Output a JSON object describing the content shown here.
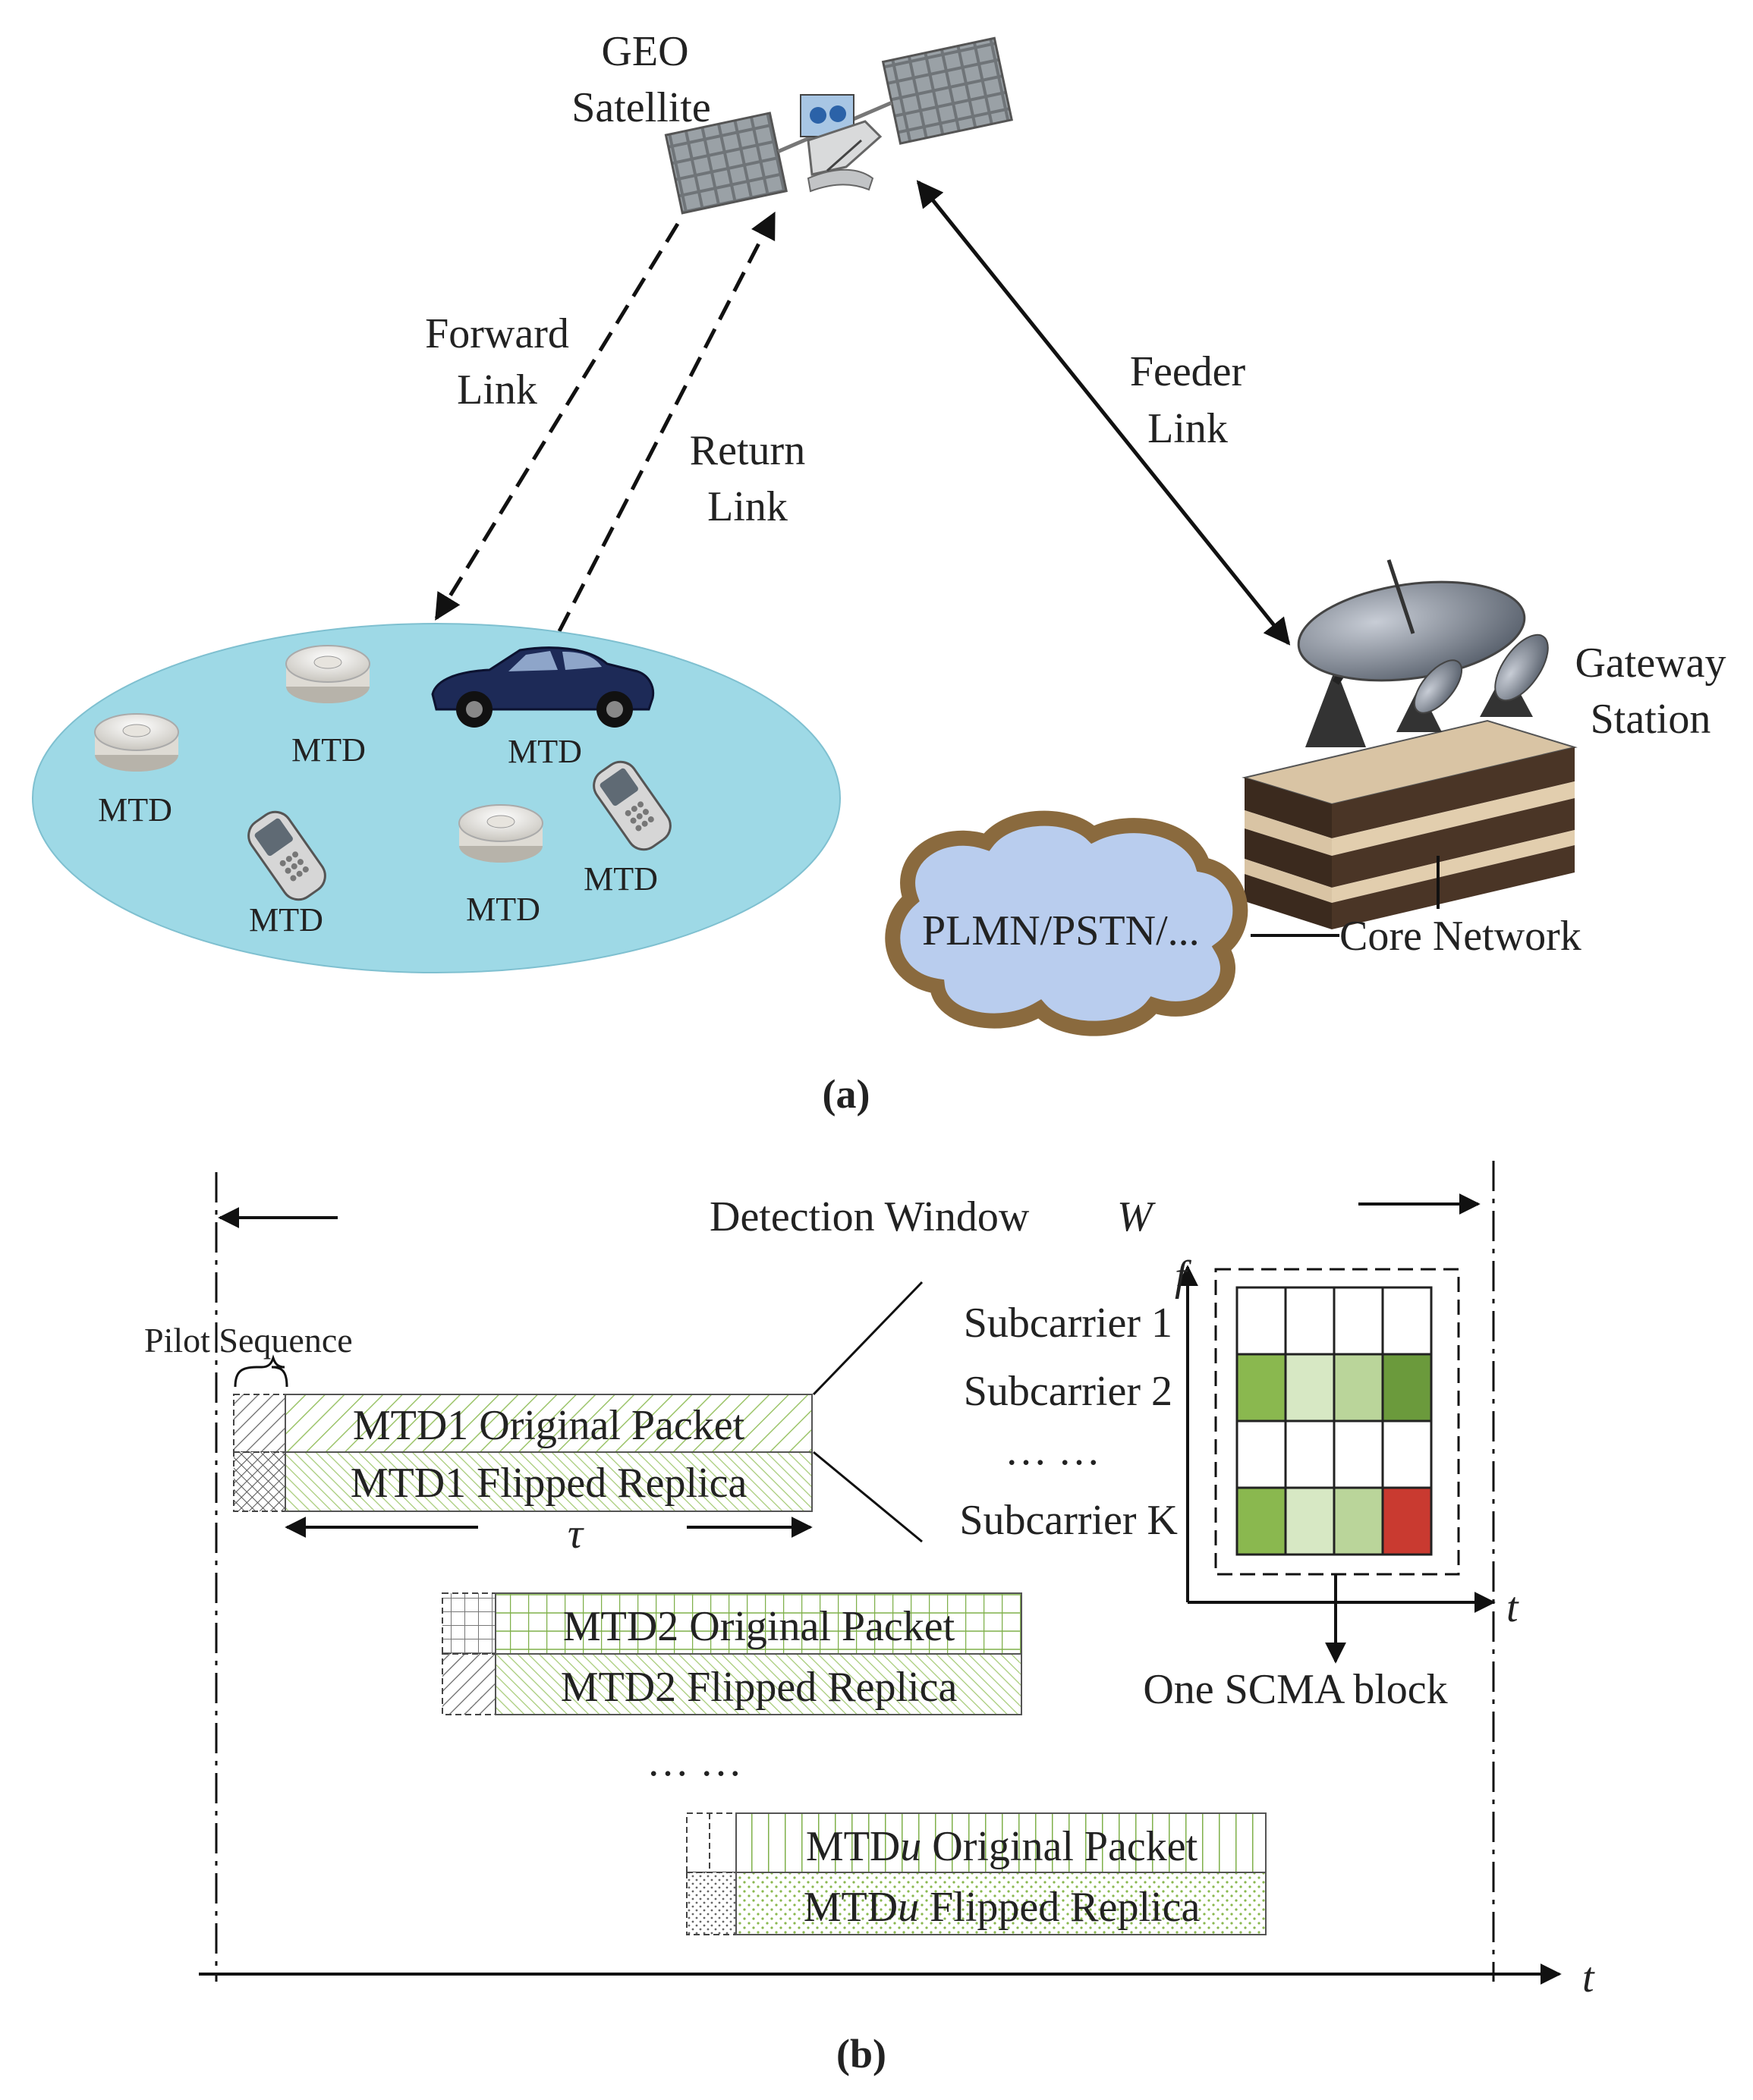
{
  "part_a": {
    "satellite_label": [
      "GEO",
      "Satellite"
    ],
    "forward_link_label": [
      "Forward",
      "Link"
    ],
    "return_link_label": [
      "Return",
      "Link"
    ],
    "feeder_link_label": [
      "Feeder",
      "Link"
    ],
    "gateway_label": [
      "Gateway",
      "Station"
    ],
    "device_label": "MTD",
    "cloud_label": "PLMN/PSTN/...",
    "core_network_label": "Core Network",
    "caption": "(a)",
    "icons": [
      "satellite-icon",
      "satellite-dish-icon",
      "car-icon",
      "smoke-detector-icon",
      "mobile-phone-icon",
      "cloud-icon",
      "building-icon"
    ],
    "colors": {
      "coverage_area": "#9ed9e6",
      "cloud_fill": "#b9cdee",
      "cloud_border": "#8a6a3e"
    }
  },
  "part_b": {
    "detection_window_label": "Detection Window",
    "window_symbol": "W",
    "pilot_label": "Pilot Sequence",
    "tau_symbol": "τ",
    "packets": [
      {
        "original": "MTD1 Original Packet",
        "replica": "MTD1 Flipped Replica"
      },
      {
        "original": "MTD2 Original Packet",
        "replica": "MTD2 Flipped Replica"
      },
      {
        "original_prefix": "MTD",
        "original_symbol": "u",
        "original_suffix": " Original Packet",
        "replica_prefix": "MTD",
        "replica_symbol": "u",
        "replica_suffix": " Flipped Replica"
      }
    ],
    "ellipsis": "… …",
    "subcarriers": [
      "Subcarrier 1",
      "Subcarrier 2",
      "… …",
      "Subcarrier K"
    ],
    "f_axis": "f",
    "t_axis": "t",
    "scma_block_label": "One SCMA block",
    "grid_colors": [
      [
        "#ffffff",
        "#ffffff",
        "#ffffff",
        "#ffffff"
      ],
      [
        "#8ab84f",
        "#d7e8c4",
        "#bad59a",
        "#6b9a3c"
      ],
      [
        "#ffffff",
        "#ffffff",
        "#ffffff",
        "#ffffff"
      ],
      [
        "#8ab84f",
        "#d7e8c4",
        "#bad59a",
        "#c93a30"
      ]
    ],
    "caption": "(b)"
  }
}
